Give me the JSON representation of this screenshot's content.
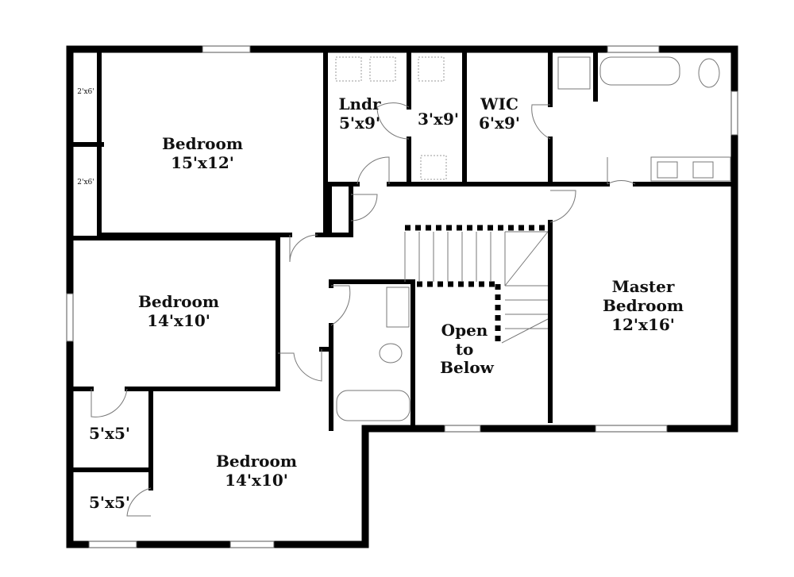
{
  "rooms": {
    "bedroom1": {
      "name": "Bedroom",
      "size": "15'x12'"
    },
    "bedroom2": {
      "name": "Bedroom",
      "size": "14'x10'"
    },
    "bedroom3": {
      "name": "Bedroom",
      "size": "14'x10'"
    },
    "master": {
      "name1": "Master",
      "name2": "Bedroom",
      "size": "12'x16'"
    },
    "laundry": {
      "name": "Lndr",
      "size": "5'x9'"
    },
    "closet_3x9": {
      "size": "3'x9'"
    },
    "wic": {
      "name": "WIC",
      "size": "6'x9'"
    },
    "open": {
      "l1": "Open",
      "l2": "to",
      "l3": "Below"
    },
    "closet_5x5a": {
      "size": "5'x5'"
    },
    "closet_5x5b": {
      "size": "5'x5'"
    },
    "closet_2x6a": {
      "size": "2'x6'"
    },
    "closet_2x6b": {
      "size": "2'x6'"
    }
  }
}
